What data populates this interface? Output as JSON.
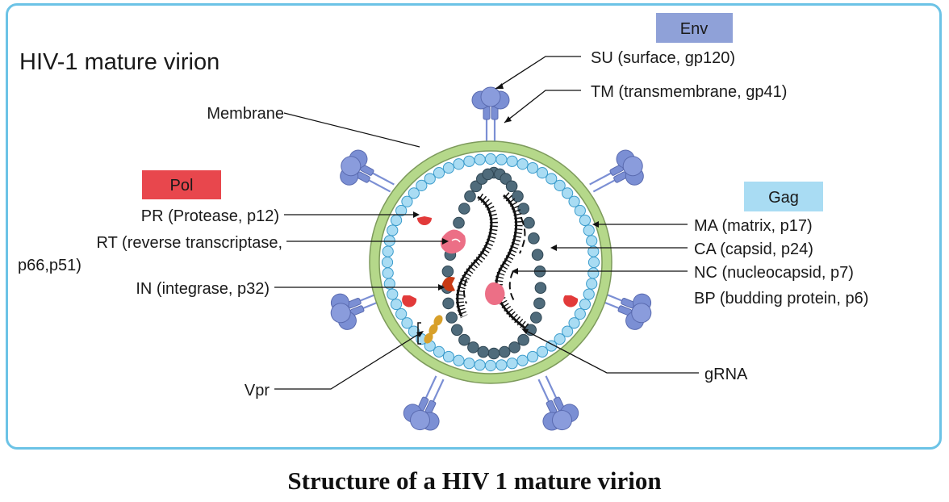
{
  "title": "HIV-1 mature virion",
  "caption": "Structure of a HIV 1 mature virion",
  "groups": {
    "env": "Env",
    "pol": "Pol",
    "gag": "Gag"
  },
  "labels": {
    "membrane": "Membrane",
    "su": "SU (surface, gp120)",
    "tm": "TM (transmembrane, gp41)",
    "pr": "PR (Protease, p12)",
    "rt_line1": "RT (reverse transcriptase,",
    "rt_line2": "p66,p51)",
    "in": "IN (integrase, p32)",
    "vpr": "Vpr",
    "ma": "MA (matrix, p17)",
    "ca": "CA (capsid, p24)",
    "nc": "NC (nucleocapsid, p7)",
    "bp": "BP (budding protein, p6)",
    "grna": "gRNA"
  },
  "colors": {
    "frame": "#6cc3e6",
    "env_box": "#8fa1d8",
    "pol_box": "#e8474d",
    "gag_box": "#a9dcf3",
    "membrane": "#b5d88a",
    "matrix_bead": "#a9dcf3",
    "capsid_bead": "#4f6b7b",
    "glycoprotein": "#7b8fd4",
    "enzyme_pink": "#ec6f86",
    "enzyme_red": "#e23a3a",
    "integrase": "#c83a14",
    "vpr": "#d8a02a"
  }
}
